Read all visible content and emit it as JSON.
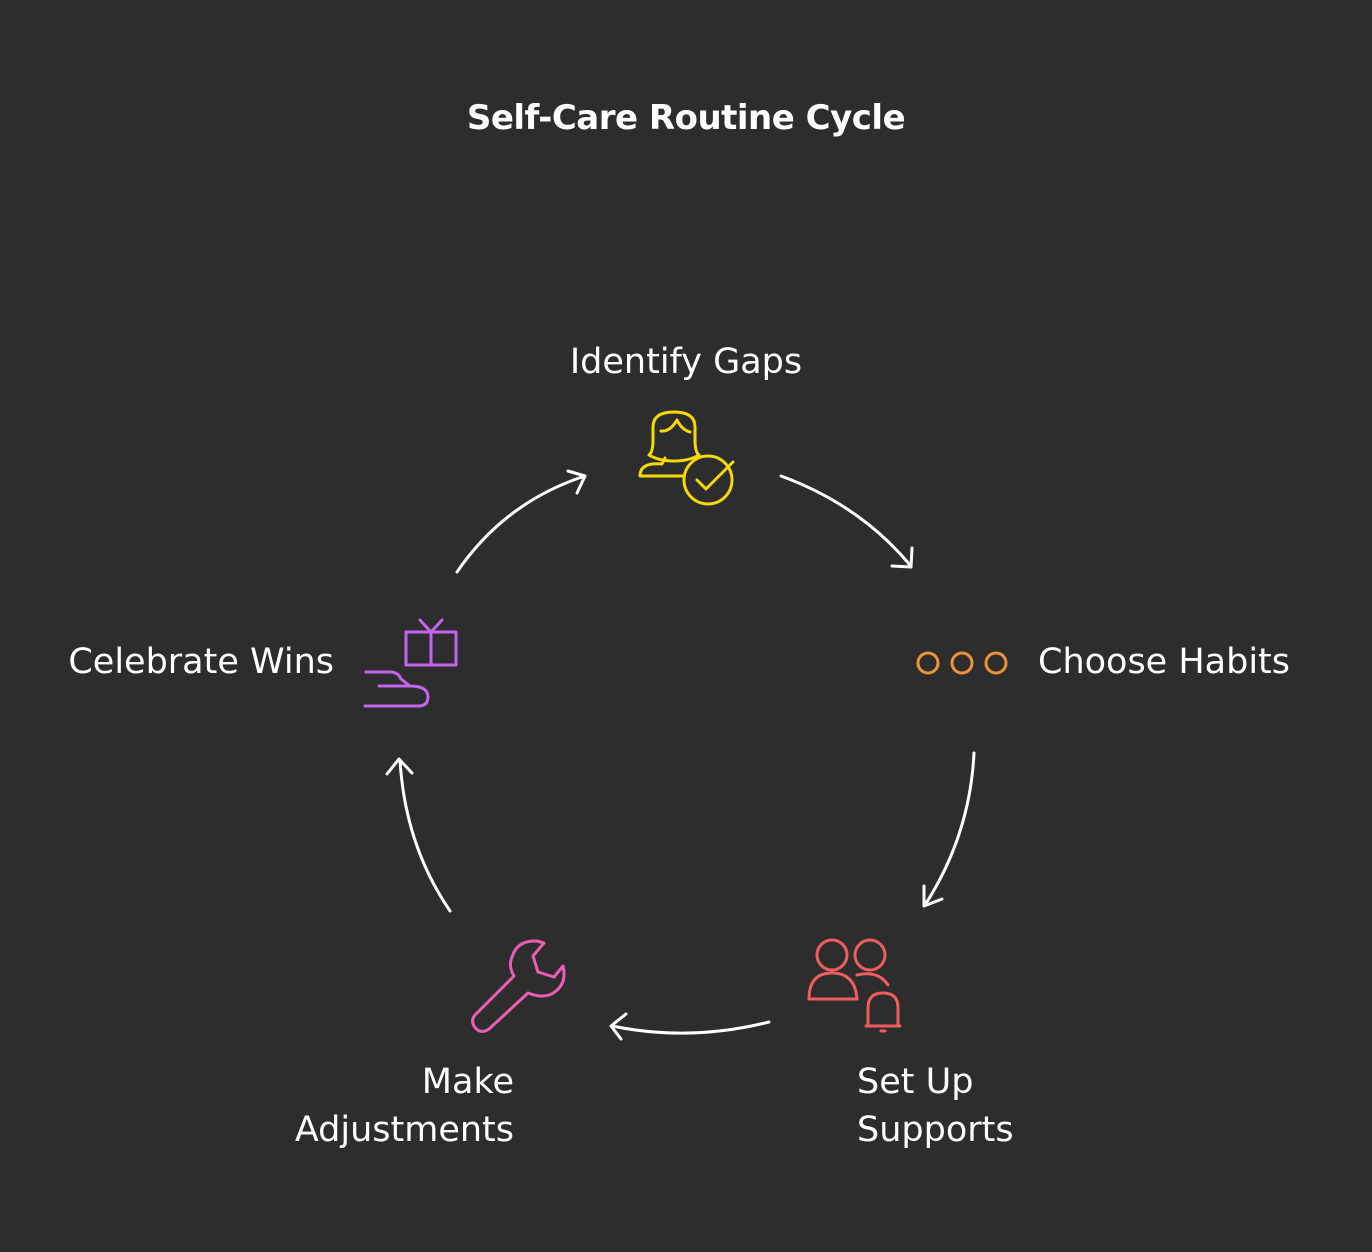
{
  "title": "Self-Care Routine Cycle",
  "steps": [
    {
      "label": "Identify Gaps",
      "icon": "person-check-icon",
      "color": "#f5d90a"
    },
    {
      "label": "Choose Habits",
      "icon": "three-dots-icon",
      "color": "#f0913a"
    },
    {
      "label_line1": "Set Up",
      "label_line2": "Supports",
      "icon": "people-bell-icon",
      "color": "#ef5d5d"
    },
    {
      "label_line1": "Make",
      "label_line2": "Adjustments",
      "icon": "wrench-icon",
      "color": "#ea5fb5"
    },
    {
      "label": "Celebrate Wins",
      "icon": "hand-gift-icon",
      "color": "#c464ef"
    }
  ],
  "arrow_color": "#ffffff",
  "background": "#2d2d2d"
}
